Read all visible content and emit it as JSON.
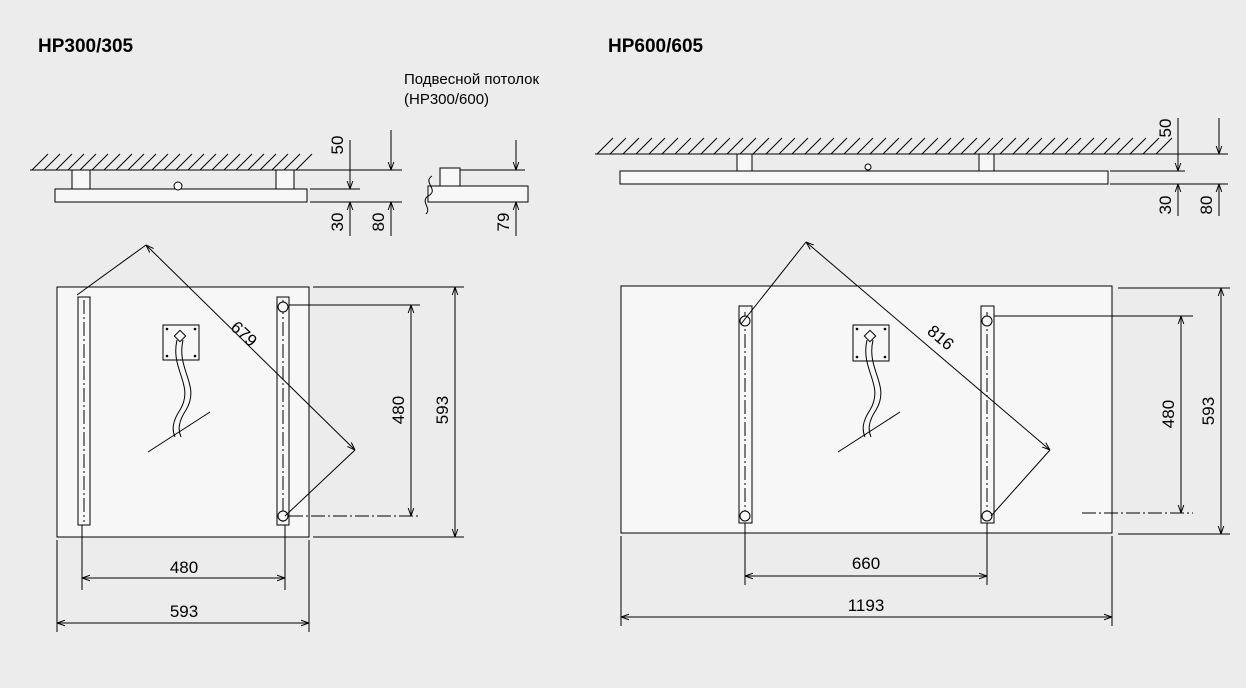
{
  "left": {
    "title": "HP300/305",
    "note_line1": "Подвесной потолок",
    "note_line2": "(HP300/600)",
    "dim_50": "50",
    "dim_30": "30",
    "dim_80": "80",
    "dim_79": "79",
    "dim_diagonal": "679",
    "dim_rail_spacing_v": "480",
    "dim_height": "593",
    "dim_rail_spacing_h": "480",
    "dim_width": "593"
  },
  "right": {
    "title": "HP600/605",
    "dim_50": "50",
    "dim_30": "30",
    "dim_80": "80",
    "dim_diagonal": "816",
    "dim_rail_spacing_v": "480",
    "dim_height": "593",
    "dim_rail_spacing_h": "660",
    "dim_width": "1193"
  }
}
